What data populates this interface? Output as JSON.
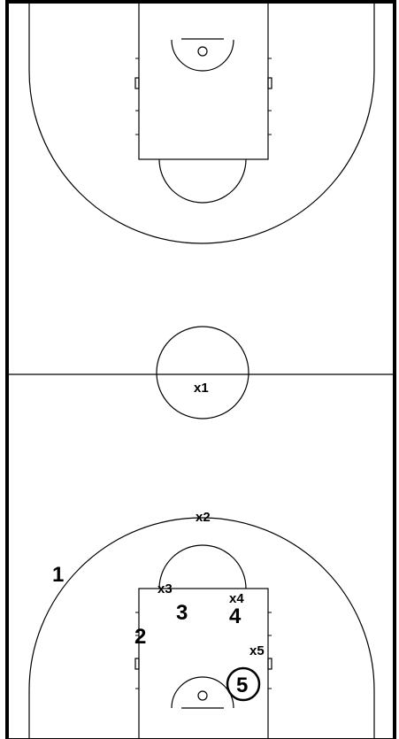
{
  "players": {
    "defense": [
      {
        "id": "x1",
        "label": "x1"
      },
      {
        "id": "x2",
        "label": "x2"
      },
      {
        "id": "x3",
        "label": "x3"
      },
      {
        "id": "x4",
        "label": "x4"
      },
      {
        "id": "x5",
        "label": "x5"
      }
    ],
    "offense": [
      {
        "id": "1",
        "label": "1"
      },
      {
        "id": "2",
        "label": "2"
      },
      {
        "id": "3",
        "label": "3"
      },
      {
        "id": "4",
        "label": "4"
      },
      {
        "id": "5",
        "label": "5",
        "ball_handler": true
      }
    ]
  }
}
